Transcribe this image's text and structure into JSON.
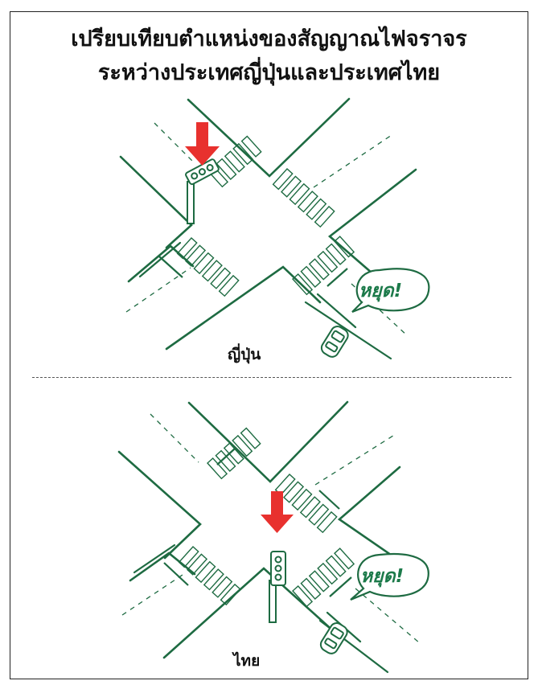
{
  "title_line1": "เปรียบเทียบตำแหน่งของสัญญาณไฟจราจร",
  "title_line2": "ระหว่างประเทศญี่ปุ่นและประเทศไทย",
  "panels": [
    {
      "caption": "ญี่ปุ่น",
      "bubble_text": "หยุด!"
    },
    {
      "caption": "ไทย",
      "bubble_text": "หยุด!"
    }
  ],
  "colors": {
    "road_line": "#1e6b42",
    "arrow": "#e8312e",
    "bubble_text": "#1c7a4a"
  }
}
